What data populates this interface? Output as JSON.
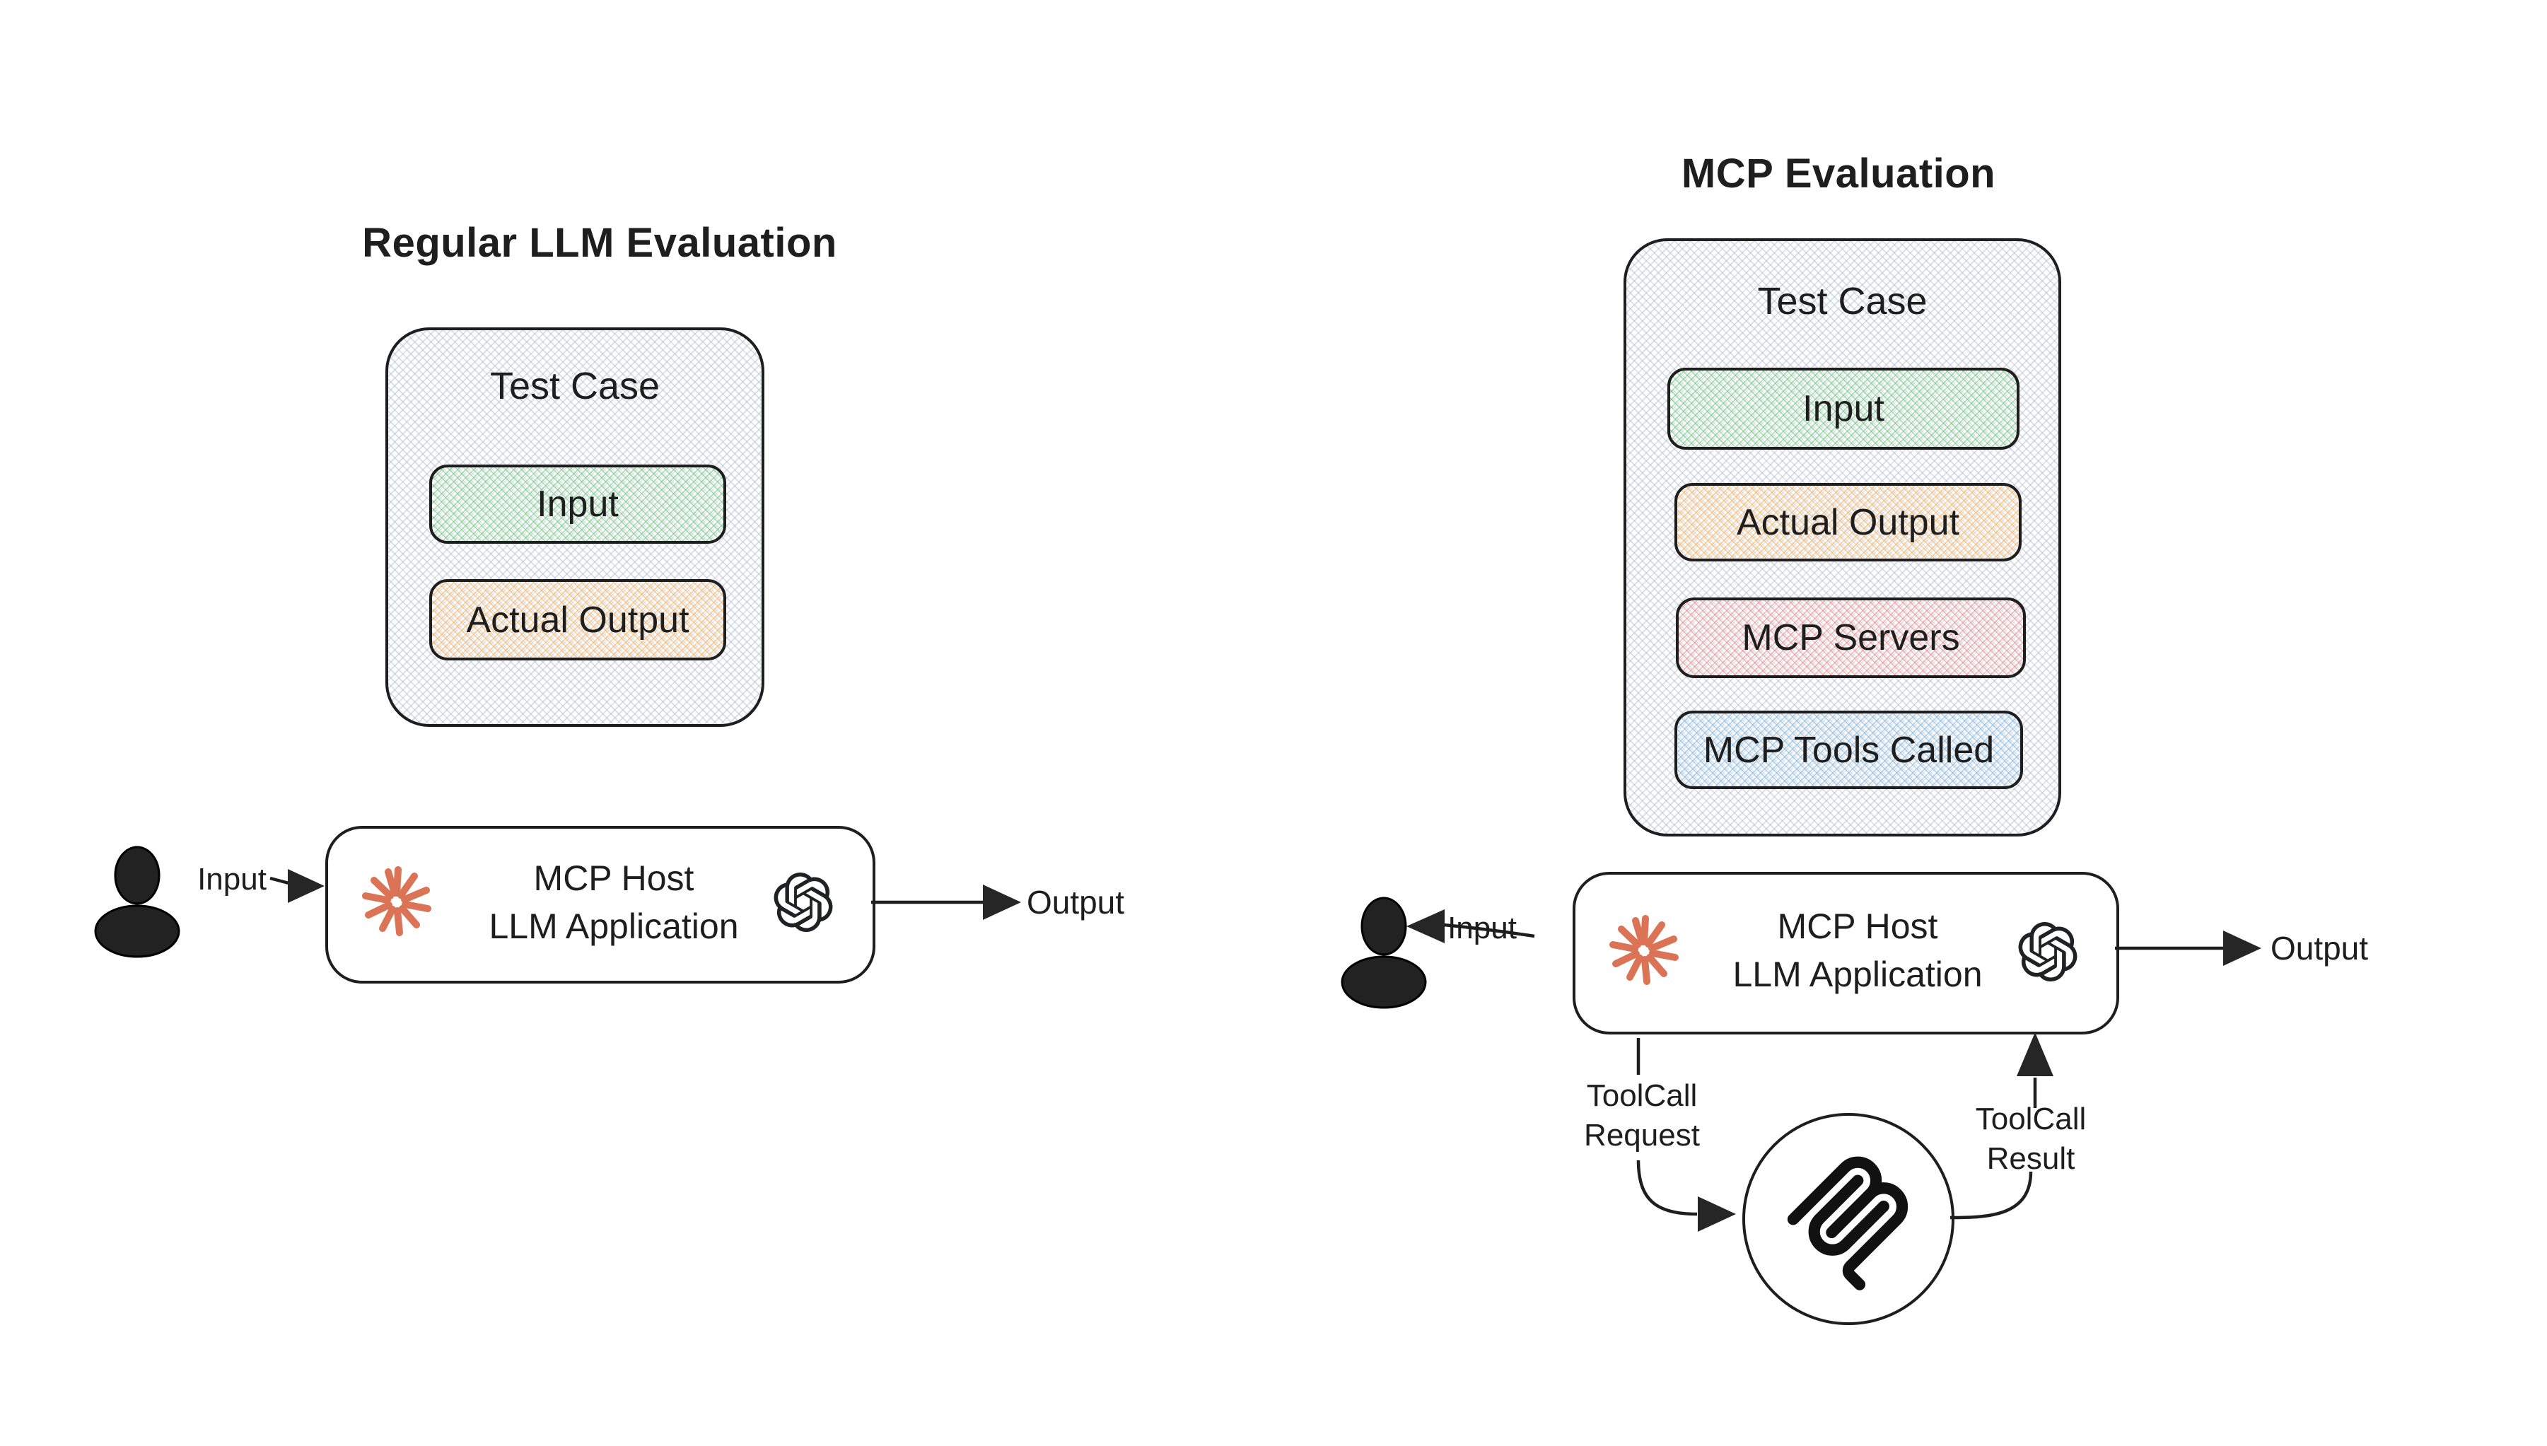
{
  "left": {
    "title": "Regular LLM Evaluation",
    "test_case": {
      "title": "Test Case",
      "fields": [
        {
          "label": "Input",
          "color": "#4fbf68"
        },
        {
          "label": "Actual Output",
          "color": "#f2a549"
        }
      ]
    },
    "flow": {
      "input_label": "Input",
      "host_line1": "MCP Host",
      "host_line2": "LLM Application",
      "output_label": "Output"
    }
  },
  "right": {
    "title": "MCP Evaluation",
    "test_case": {
      "title": "Test Case",
      "fields": [
        {
          "label": "Input",
          "color": "#4fbf68"
        },
        {
          "label": "Actual Output",
          "color": "#f2a549"
        },
        {
          "label": "MCP Servers",
          "color": "#e06666"
        },
        {
          "label": "MCP Tools Called",
          "color": "#64a9e0"
        }
      ]
    },
    "flow": {
      "input_label": "Input",
      "host_line1": "MCP Host",
      "host_line2": "LLM Application",
      "output_label": "Output",
      "toolcall_request_line1": "ToolCall",
      "toolcall_request_line2": "Request",
      "toolcall_result_line1": "ToolCall",
      "toolcall_result_line2": "Result"
    }
  },
  "icons": {
    "user": "person-icon",
    "anthropic": "starburst-icon",
    "openai": "openai-logo-icon",
    "mcp": "mcp-logo-icon"
  },
  "colors": {
    "ink": "#1e1e1e",
    "starburst": "#db7456",
    "hatch_gray": "#a7b1c2",
    "hatch_green": "#4fbf68",
    "hatch_orange": "#f2a549",
    "hatch_red": "#e06666",
    "hatch_blue": "#64a9e0",
    "background": "#ffffff"
  }
}
